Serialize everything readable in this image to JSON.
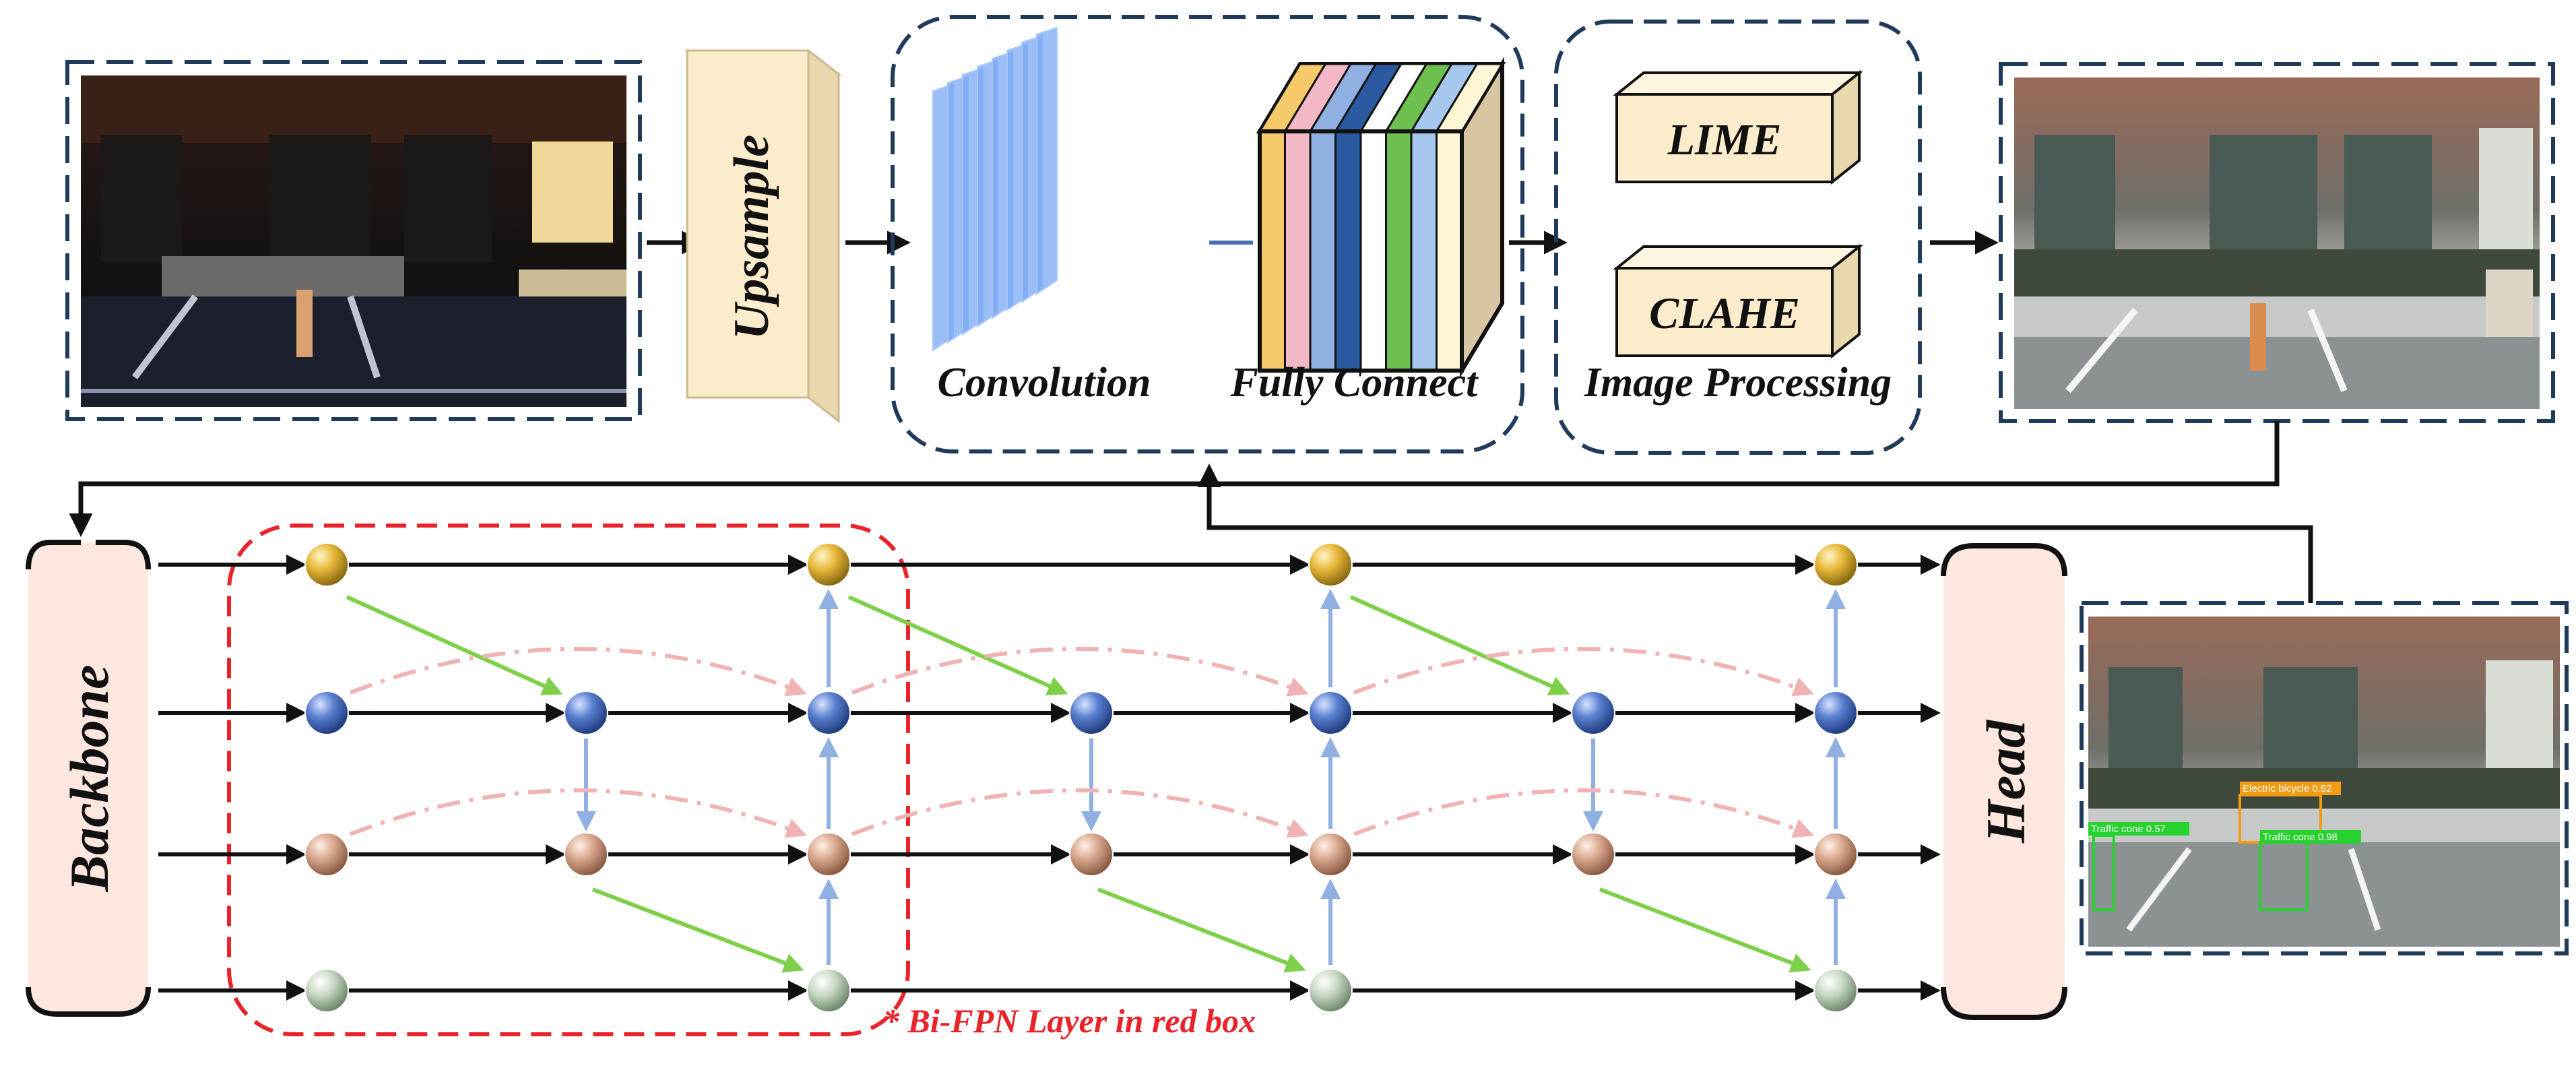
{
  "labels": {
    "upsample": "Upsample",
    "convolution": "Convolution",
    "fully_connect": "Fully Connect",
    "lime": "LIME",
    "clahe": "CLAHE",
    "image_processing": "Image Processing",
    "backbone": "Backbone",
    "head": "Head",
    "bifpn_note": "* Bi-FPN Layer in red box"
  },
  "detections": [
    {
      "label": "Electric bicycle 0.82",
      "color": "#f39c12"
    },
    {
      "label": "Traffic cone 0.57",
      "color": "#27d12e"
    },
    {
      "label": "Traffic cone 0.98",
      "color": "#27d12e"
    }
  ],
  "colors": {
    "frame_dash": "#1f3a5a",
    "bifpn_box": "#e8232a",
    "arrow": "#111111",
    "up_arrow": "#8fb0e0",
    "down_green_arrow": "#7ed04a",
    "skip_dashdot": "#f0b2b2",
    "box_fill": "#fbeccb",
    "end_block_fill": "#fde7df",
    "conv_layer": "#7aa8f4",
    "node_top": "#e8b93a",
    "node_upper": "#5a7fd0",
    "node_lower": "#d9a88f",
    "node_bottom": "#c9d9c6",
    "fc_stripes": [
      "#f6c96b",
      "#f2b8c6",
      "#8fb0e0",
      "#2c5aa0",
      "#ffffff",
      "#6dc04f",
      "#a6c8ee",
      "#fff6d6"
    ]
  },
  "icons": [
    "photo-dark-input",
    "photo-enhanced-output",
    "photo-detection-result",
    "sphere-node",
    "cuboid-block",
    "layer-stack"
  ]
}
